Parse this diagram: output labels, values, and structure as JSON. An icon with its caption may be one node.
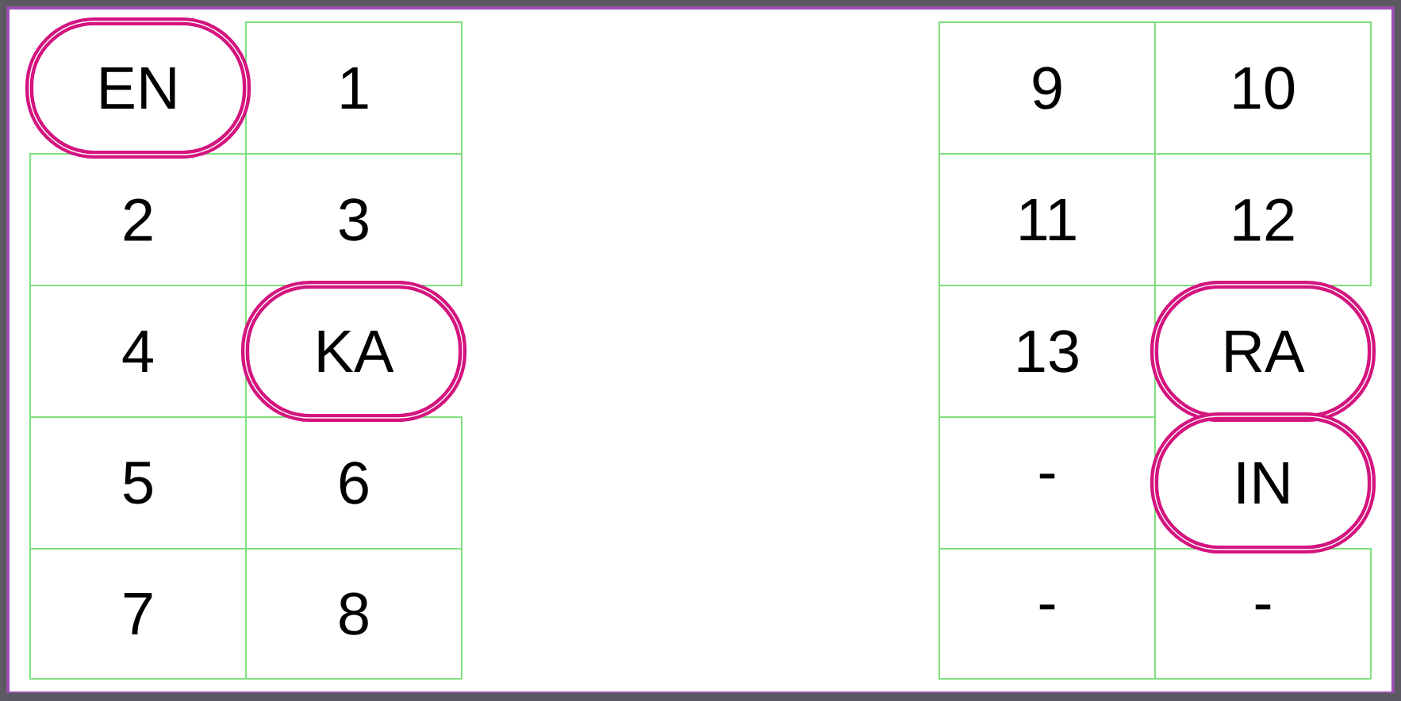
{
  "diagram": {
    "nodes": [
      {
        "text": [
          "EN"
        ]
      },
      {
        "text": [
          "1"
        ]
      },
      {
        "text": [
          "2"
        ]
      },
      {
        "text": [
          "3"
        ]
      },
      {
        "text": [
          "4"
        ]
      },
      {
        "text": [
          "KA"
        ]
      },
      {
        "text": [
          "5"
        ]
      },
      {
        "text": [
          "6"
        ]
      },
      {
        "text": [
          "7"
        ]
      },
      {
        "text": [
          "8"
        ]
      },
      {
        "text": [
          "9"
        ]
      },
      {
        "text": [
          "10"
        ]
      },
      {
        "text": [
          "11"
        ]
      },
      {
        "text": [
          "12"
        ]
      },
      {
        "text": [
          "13"
        ]
      },
      {
        "text": [
          "RA"
        ]
      },
      {
        "text": [
          "-"
        ]
      },
      {
        "text": [
          "IN"
        ]
      },
      {
        "text": [
          "-"
        ]
      },
      {
        "text": [
          "-"
        ]
      }
    ]
  }
}
